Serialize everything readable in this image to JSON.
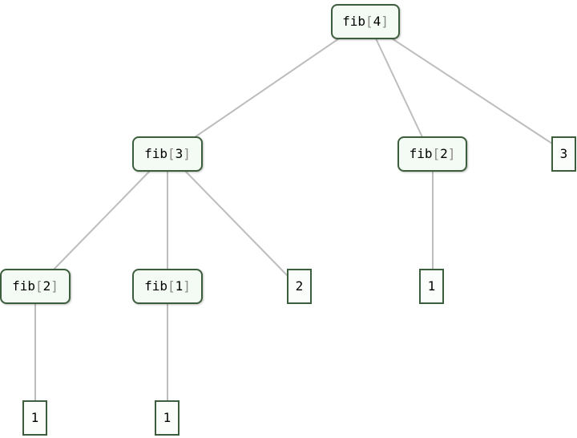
{
  "tree": {
    "root": {
      "fn": "fib",
      "open": "[",
      "arg": "4",
      "close": "]"
    },
    "fib3": {
      "fn": "fib",
      "open": "[",
      "arg": "3",
      "close": "]"
    },
    "fib2_right": {
      "fn": "fib",
      "open": "[",
      "arg": "2",
      "close": "]"
    },
    "leaf_3": "3",
    "fib2_left": {
      "fn": "fib",
      "open": "[",
      "arg": "2",
      "close": "]"
    },
    "fib1": {
      "fn": "fib",
      "open": "[",
      "arg": "1",
      "close": "]"
    },
    "leaf_2": "2",
    "leaf_1_right": "1",
    "leaf_1_left": "1",
    "leaf_1_mid": "1"
  },
  "colors": {
    "edge": "#bdbdbd",
    "node_border": "#3d5e3d",
    "node_fill": "#f4faf4"
  }
}
